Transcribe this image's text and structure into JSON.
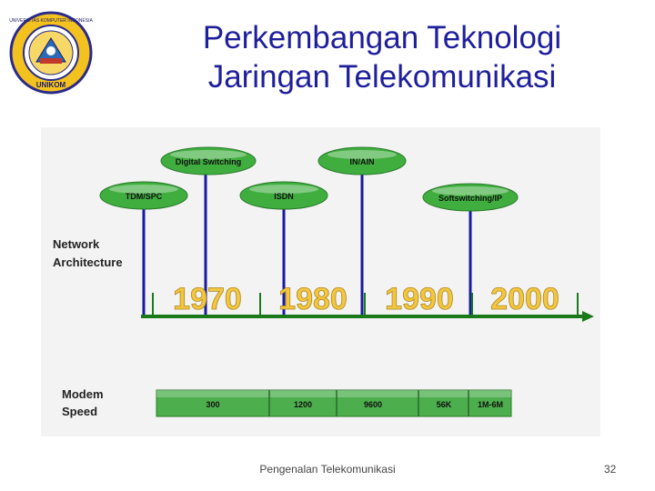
{
  "slide": {
    "title_line1": "Perkembangan Teknologi",
    "title_line2": "Jaringan Telekomunikasi",
    "footer_text": "Pengenalan Telekomunikasi",
    "page_number": "32"
  },
  "logo": {
    "text_top": "UNIVERSITAS KOMPUTER INDONESIA",
    "text_bottom": "UNIKOM"
  },
  "diagram": {
    "network_label_line1": "Network",
    "network_label_line2": "Architecture",
    "technologies": [
      "TDM/SPC",
      "Digital Switching",
      "ISDN",
      "IN/AIN",
      "Softswitching/IP"
    ],
    "years": [
      "1970",
      "1980",
      "1990",
      "2000"
    ],
    "modem_label_line1": "Modem",
    "modem_label_line2": "Speed",
    "modem_speeds": [
      "300",
      "1200",
      "9600",
      "56K",
      "1M-6M"
    ]
  },
  "colors": {
    "title": "#1f1f9c",
    "axis": "#1a7a1a",
    "pole": "#1a1aa0",
    "bubble": "#3fae3f",
    "year": "#f2c63f",
    "modem_bar": "#4cae4c"
  }
}
